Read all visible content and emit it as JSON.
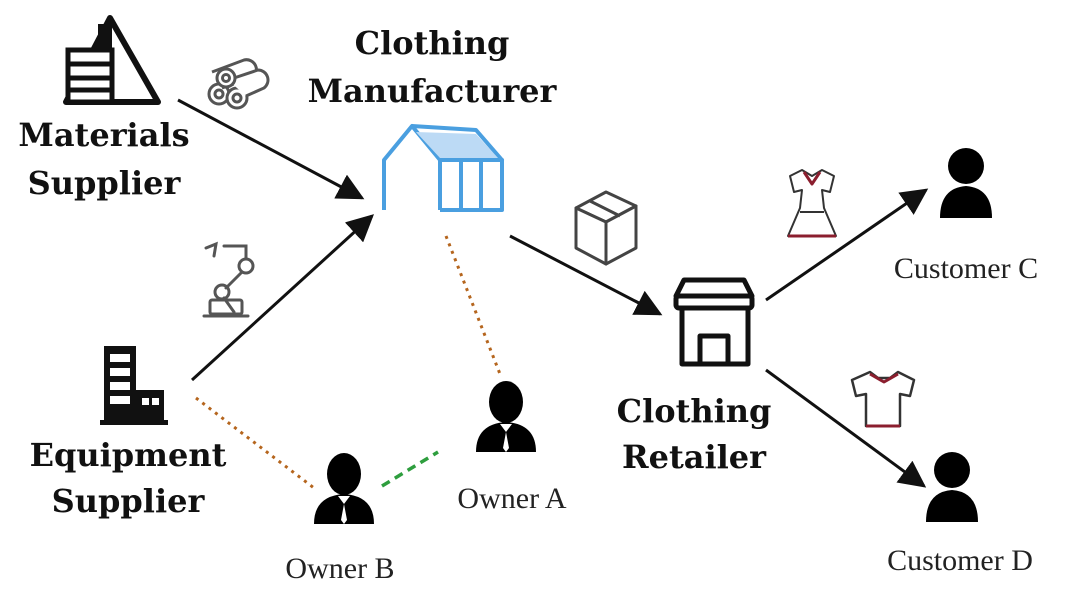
{
  "nodes": {
    "manufacturer": {
      "line1": "Clothing",
      "line2": "Manufacturer"
    },
    "materials": {
      "line1": "Materials",
      "line2": "Supplier"
    },
    "equipment": {
      "line1": "Equipment",
      "line2": "Supplier"
    },
    "retailer": {
      "line1": "Clothing",
      "line2": "Retailer"
    },
    "owner_a": {
      "label": "Owner A"
    },
    "owner_b": {
      "label": "Owner B"
    },
    "customer_c": {
      "label": "Customer C"
    },
    "customer_d": {
      "label": "Customer D"
    }
  },
  "colors": {
    "arrow": "#111111",
    "factory": "#4a9fe0",
    "ownership_link": "#b5651d",
    "peer_link": "#2e9e3e"
  }
}
